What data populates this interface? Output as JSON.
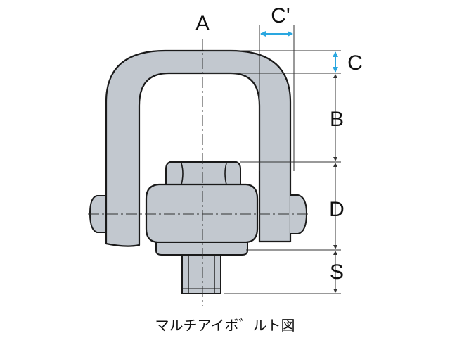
{
  "labels": {
    "a": "A",
    "c_prime": "C'",
    "c": "C",
    "b": "B",
    "d": "D",
    "s": "S"
  },
  "caption": "マルチアイボ゛ルト図",
  "colors": {
    "part_fill": "#c2c8cf",
    "outline": "#1a1a1a",
    "dim_blue": "#2aa7e0",
    "dim_line": "#333333",
    "background": "#ffffff"
  }
}
